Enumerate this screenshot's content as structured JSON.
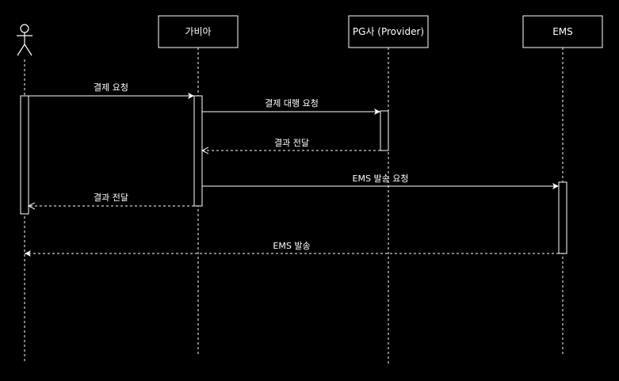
{
  "colors": {
    "background": "#000000",
    "stroke": "#ffffff"
  },
  "participants": {
    "actor": {
      "icon": "stick-figure-actor-icon"
    },
    "gabia": {
      "label": "가비아"
    },
    "pg": {
      "label": "PG사 (Provider)"
    },
    "ems": {
      "label": "EMS"
    }
  },
  "messages": {
    "m1": {
      "label": "결제 요청",
      "style": "solid"
    },
    "m2": {
      "label": "결제 대행 요청",
      "style": "solid"
    },
    "m3": {
      "label": "결과 전달",
      "style": "dashed"
    },
    "m4": {
      "label": "EMS 발송 요청",
      "style": "solid"
    },
    "m5": {
      "label": "결과 전달",
      "style": "dashed"
    },
    "m6": {
      "label": "EMS 발송",
      "style": "dashed"
    }
  }
}
